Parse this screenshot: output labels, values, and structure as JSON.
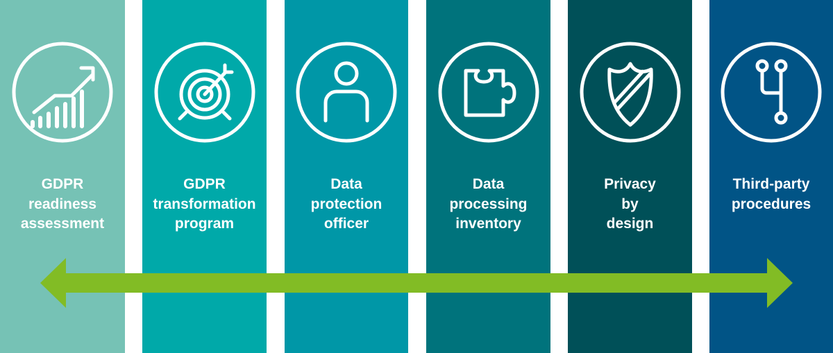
{
  "columns": [
    {
      "id": "readiness",
      "color": "#76c2b5",
      "icon": "growth-chart-icon",
      "lines": [
        "GDPR",
        "readiness",
        "assessment"
      ]
    },
    {
      "id": "transformation",
      "color": "#00a9a9",
      "icon": "target-icon",
      "lines": [
        "GDPR",
        "transformation",
        "program"
      ]
    },
    {
      "id": "dpo",
      "color": "#0097a7",
      "icon": "person-icon",
      "lines": [
        "Data",
        "protection",
        "officer"
      ]
    },
    {
      "id": "inventory",
      "color": "#00737c",
      "icon": "puzzle-piece-icon",
      "lines": [
        "Data",
        "processing",
        "inventory"
      ]
    },
    {
      "id": "privacy",
      "color": "#005058",
      "icon": "shield-icon",
      "lines": [
        "Privacy",
        "by",
        "design"
      ]
    },
    {
      "id": "thirdparty",
      "color": "#015486",
      "icon": "circuit-icon",
      "lines": [
        "Third-party",
        "procedures"
      ]
    }
  ],
  "arrow_color": "#82bc25"
}
